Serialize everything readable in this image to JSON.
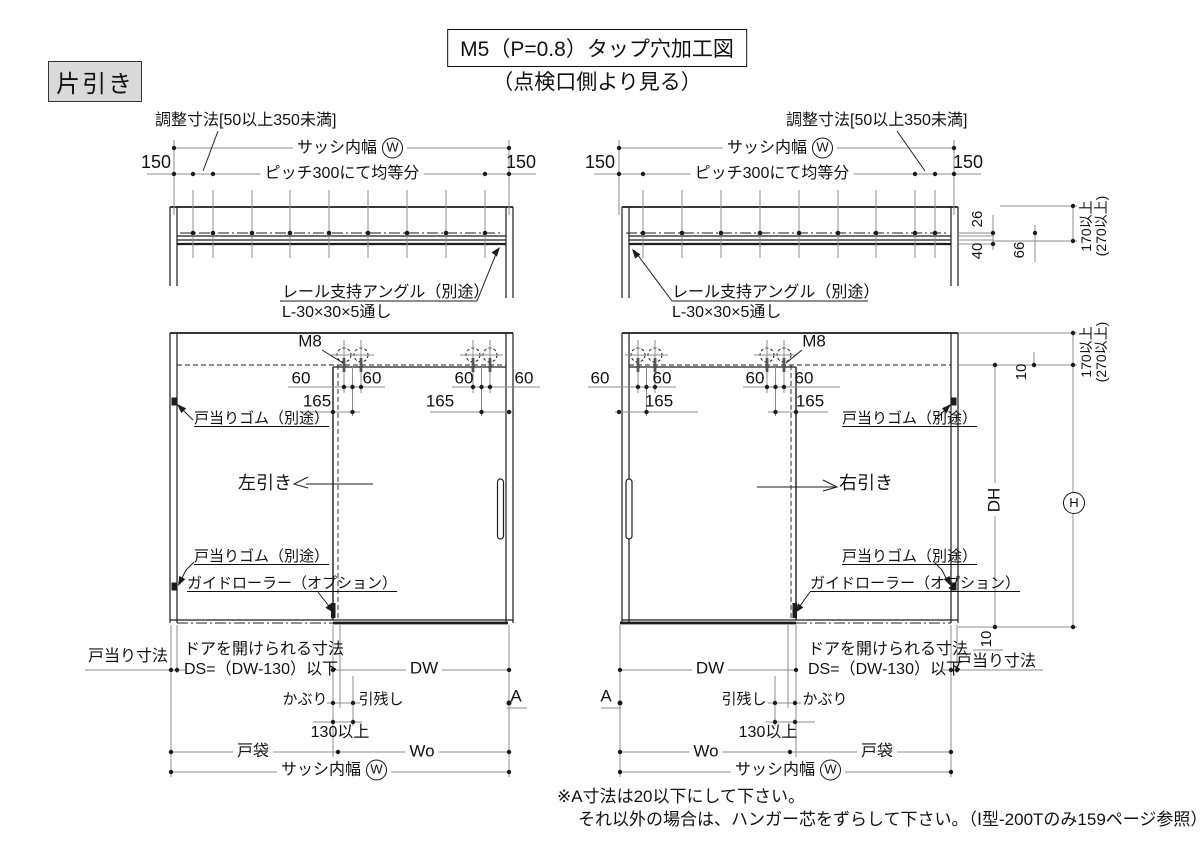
{
  "header": {
    "type": "片引き",
    "title": "M5（P=0.8）タップ穴加工図",
    "subtitle": "（点検口側より見る）"
  },
  "dims": {
    "adjust": "調整寸法[50以上350未満]",
    "sash_width": "サッシ内幅",
    "w": "W",
    "h": "H",
    "pitch300": "ピッチ300にて均等分",
    "n150": "150",
    "n60": "60",
    "n165": "165",
    "n26": "26",
    "n40": "40",
    "n66": "66",
    "n170a": "170以上",
    "n170b": "(270以上)",
    "n10": "10",
    "dh": "DH",
    "dw": "DW",
    "wo": "Wo",
    "a": "A",
    "n130": "130以上",
    "m8": "M8",
    "doorstop_dim": "戸当り寸法",
    "openable1": "ドアを開けられる寸法",
    "openable2": "DS=（DW-130）以下",
    "kaburi": "かぶり",
    "hikinokoshi": "引残し",
    "tobukuro": "戸袋"
  },
  "parts": {
    "rail_angle1": "レール支持アングル（別途）",
    "rail_angle2": "L-30×30×5通し",
    "doorstop_rubber": "戸当りゴム（別途）",
    "guide_roller": "ガイドローラー（オプション）"
  },
  "slide": {
    "left": "左引き",
    "right": "右引き"
  },
  "notes": {
    "line1": "※A寸法は20以下にして下さい。",
    "line2": "それ以外の場合は、ハンガー芯をずらして下さい。（Ⅰ型-200Tのみ159ページ参照）"
  },
  "colors": {
    "line": "#1c1c1c",
    "dim": "#8c8c8c",
    "label_bg": "#d9d9d9"
  }
}
